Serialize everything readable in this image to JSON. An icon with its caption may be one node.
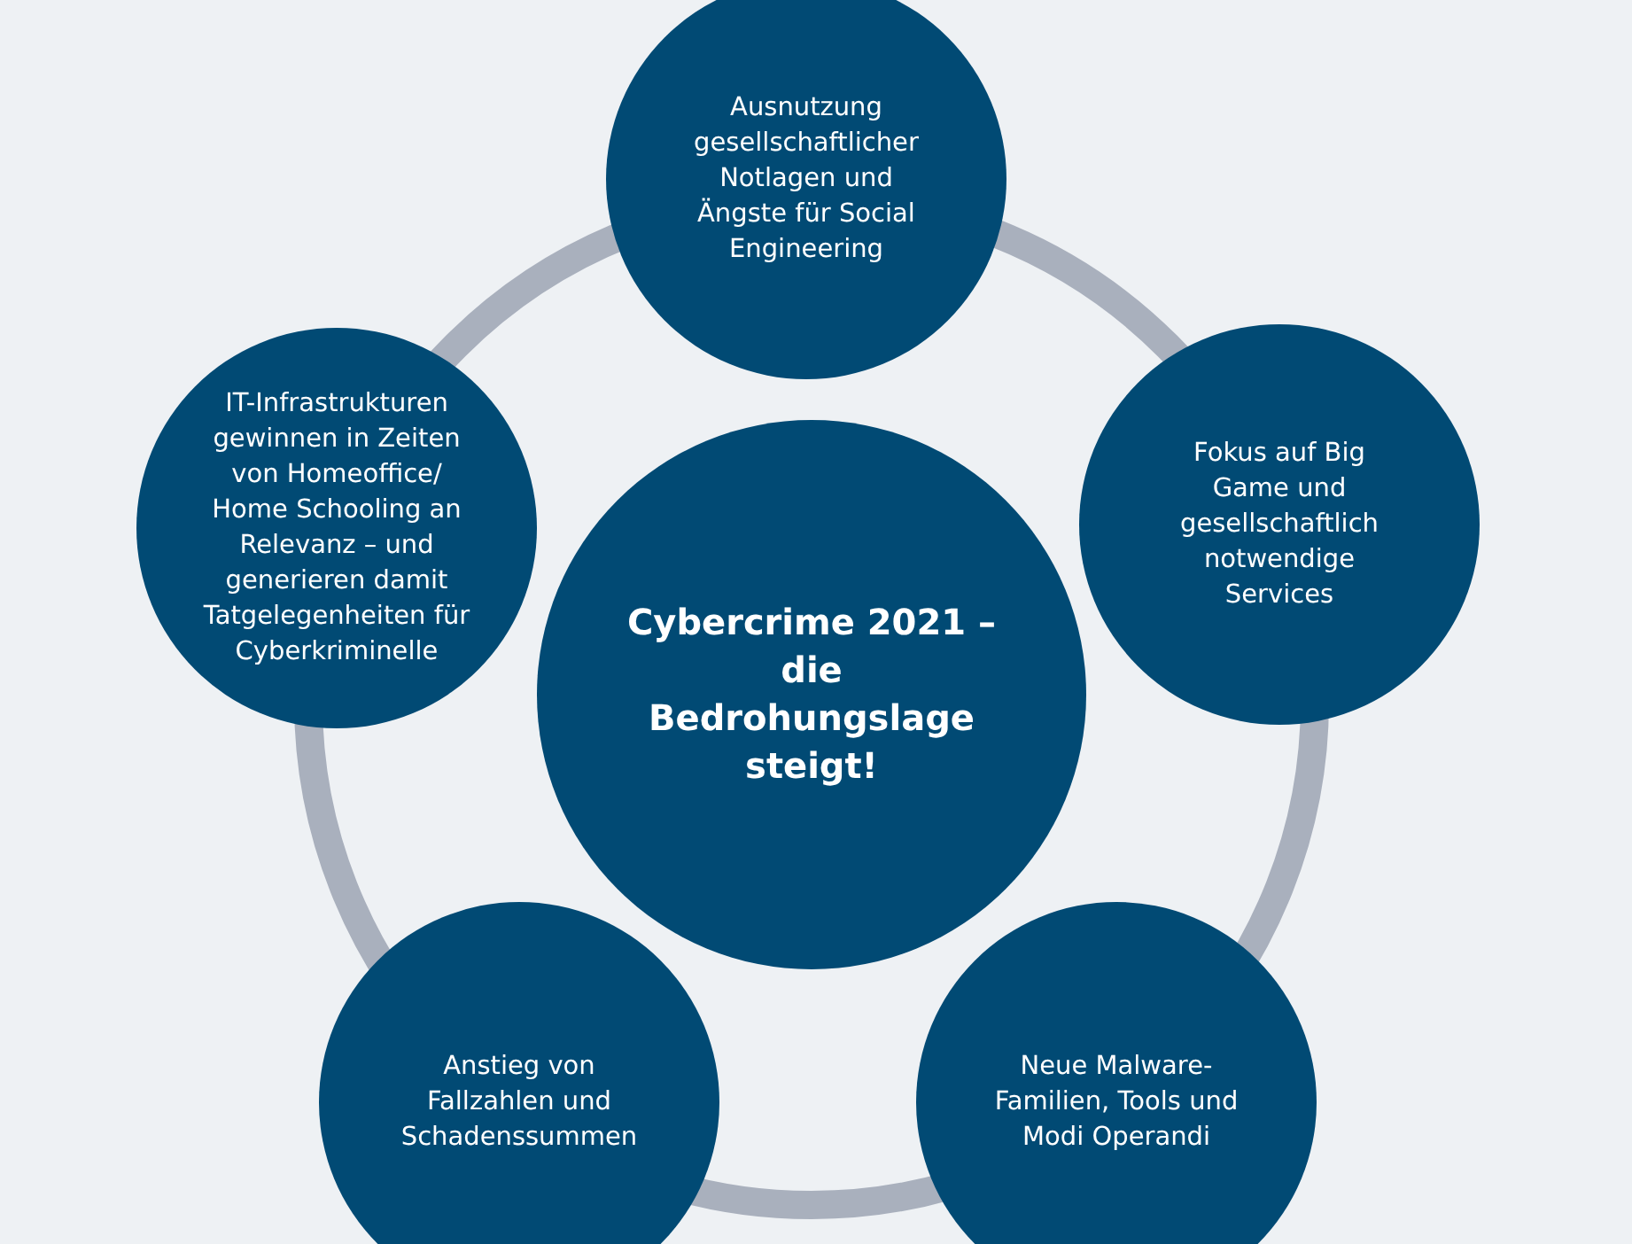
{
  "diagram": {
    "nodes": [
      {
        "text": [
          "Ausnutzung gesellschaftlicher Notlagen und Ängste für Social Engineering"
        ]
      },
      {
        "text": [
          "IT-Infrastrukturen gewinnen in Zeiten von Homeoffice/ Home Schooling an Relevanz – und generieren damit Tatgelegenheiten für Cyberkriminelle"
        ]
      },
      {
        "text": [
          "Cybercrime 2021 – die Bedrohungslage steigt!"
        ]
      },
      {
        "text": [
          "Fokus auf Big Game und gesellschaftlich notwendige Services"
        ]
      },
      {
        "text": [
          "Anstieg von Fallzahlen und Schadenssummen"
        ]
      },
      {
        "text": [
          "Neue Malware-Familien, Tools und Modi Operandi"
        ]
      }
    ]
  }
}
